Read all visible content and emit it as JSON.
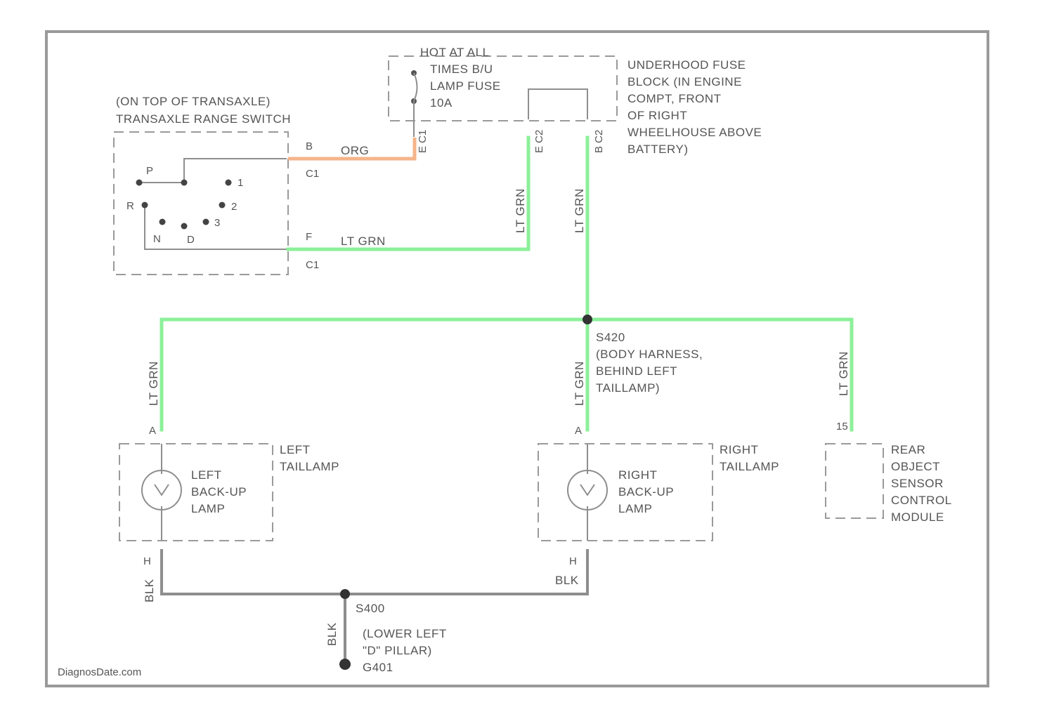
{
  "fuse": {
    "hot_label": "HOT AT ALL",
    "lines": [
      "TIMES B/U",
      "LAMP FUSE",
      "10A"
    ]
  },
  "underhood": {
    "lines": [
      "UNDERHOOD FUSE",
      "BLOCK (IN ENGINE",
      "COMPT, FRONT",
      "OF RIGHT",
      "WHEELHOUSE ABOVE",
      "BATTERY)"
    ]
  },
  "transaxle": {
    "lines": [
      "(ON TOP OF TRANSAXLE)",
      "TRANSAXLE RANGE SWITCH"
    ],
    "positions": [
      "P",
      "R",
      "N",
      "D",
      "3",
      "2",
      "1"
    ]
  },
  "connectors": {
    "b_pin": "B",
    "c1_top": "C1",
    "f_pin": "F",
    "c1_bot": "C1",
    "fuse_out": "E C1",
    "block_a": "E C2",
    "block_b": "B C2"
  },
  "wires": {
    "org": "ORG",
    "ltgrn_a": "LT GRN",
    "ltgrn_b": "LT GRN",
    "ltgrn_c": "LT GRN",
    "ltgrn_d": "LT GRN",
    "ltgrn_e": "LT GRN",
    "ltgrn_f": "LT GRN",
    "blk_a": "BLK",
    "blk_b": "BLK",
    "blk_c": "BLK"
  },
  "splice_s": {
    "lines": [
      "S420",
      "(BODY HARNESS,",
      "BEHIND LEFT",
      "TAILLAMP)"
    ]
  },
  "left_lamp": {
    "pin_top": "A",
    "pin_bot": "H",
    "name": [
      "LEFT",
      "BACK-UP",
      "LAMP"
    ],
    "housing": [
      "LEFT",
      "TAILLAMP"
    ]
  },
  "right_lamp": {
    "pin_top": "A",
    "pin_bot": "H",
    "name": [
      "RIGHT",
      "BACK-UP",
      "LAMP"
    ],
    "housing": [
      "RIGHT",
      "TAILLAMP"
    ]
  },
  "rear_module": {
    "pin": "15",
    "lines": [
      "REAR",
      "OBJECT",
      "SENSOR",
      "CONTROL",
      "MODULE"
    ]
  },
  "ground": {
    "splice": "S400",
    "lines": [
      "(LOWER LEFT",
      "\"D\" PILLAR)"
    ],
    "ground_id": "G401"
  },
  "watermark": "DiagnosDate.com"
}
